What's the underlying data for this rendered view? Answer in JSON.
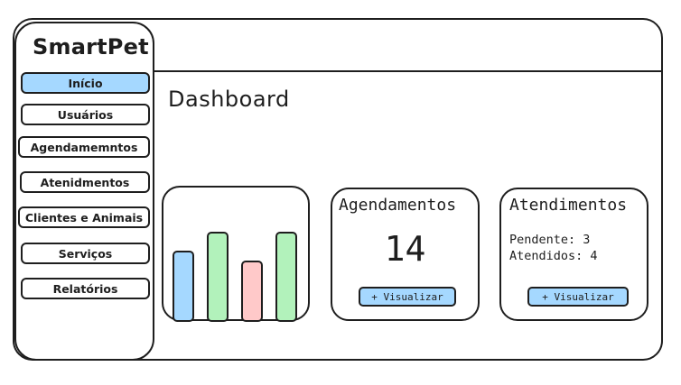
{
  "app": {
    "name": "SmartPet"
  },
  "sidebar": {
    "items": [
      {
        "label": "Início",
        "active": true
      },
      {
        "label": "Usuários"
      },
      {
        "label": "Agendamemntos"
      },
      {
        "label": "Atenidmentos"
      },
      {
        "label": "Clientes e Animais"
      },
      {
        "label": "Serviços"
      },
      {
        "label": "Relatórios"
      }
    ]
  },
  "main": {
    "title": "Dashboard"
  },
  "chart_data": {
    "type": "bar",
    "bars": [
      {
        "value": 0.73,
        "color": "#a5d8ff"
      },
      {
        "value": 0.93,
        "color": "#b2f2bb"
      },
      {
        "value": 0.63,
        "color": "#ffc9c9"
      },
      {
        "value": 0.93,
        "color": "#b2f2bb"
      }
    ]
  },
  "cards": {
    "agendamentos": {
      "title": "Agendamentos",
      "count": "14",
      "button": "+ Visualizar"
    },
    "atendimentos": {
      "title": "Atendimentos",
      "pending": "Pendente: 3",
      "attended": "Atendidos: 4",
      "button": "+ Visualizar"
    }
  },
  "colors": {
    "accent": "#a5d8ff",
    "green": "#b2f2bb",
    "red": "#ffc9c9",
    "stroke": "#1e1e1e"
  }
}
